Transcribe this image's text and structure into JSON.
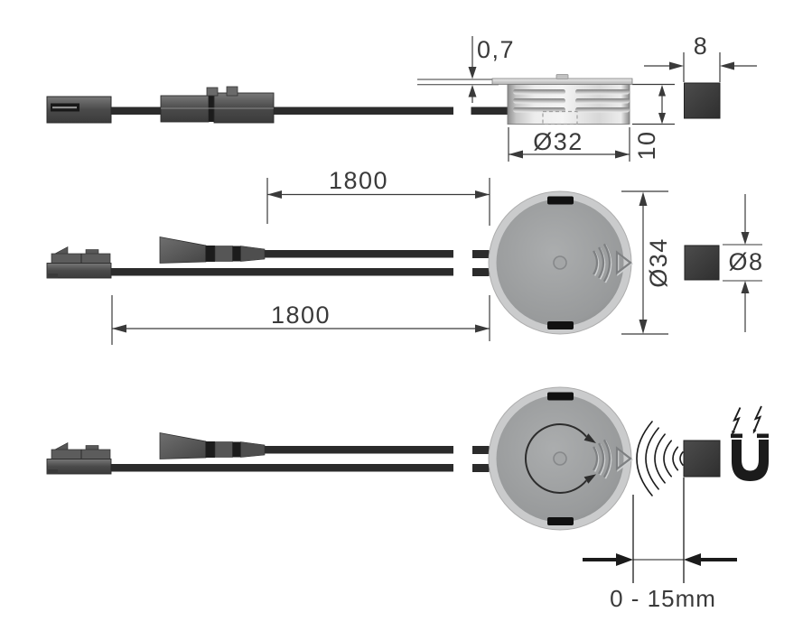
{
  "diagram": {
    "type": "technical-dimension-drawing",
    "subject": "magnetic proximity sensor disc with connection cable and magnet",
    "labels": {
      "flange_thickness": "0,7",
      "magnet_width": "8",
      "body_diameter": "Ø32",
      "body_height": "10",
      "cable_length_upper": "1800",
      "cable_length_lower": "1800",
      "disc_diameter": "Ø34",
      "magnet_diameter": "Ø8",
      "switch_distance": "0 - 15mm"
    },
    "icons": {
      "rotation": "rotation-arrow-icon",
      "waves": "signal-waves-icon",
      "magnet": "horseshoe-magnet-icon",
      "lightning": "lightning-bolt-icon",
      "chevrons": "sensor-direction-chevrons-icon"
    },
    "colors": {
      "line": "#3a3a3a",
      "cable": "#2b2b2b",
      "connector": "#4a4a4a",
      "disc_outer_ring": "#cacbcc",
      "disc_inner": "#9fa1a2",
      "cylinder_light": "#f4f4f4",
      "magnet": "#3b3b3b",
      "icon_black": "#1b1b1b",
      "background": "#ffffff"
    }
  }
}
